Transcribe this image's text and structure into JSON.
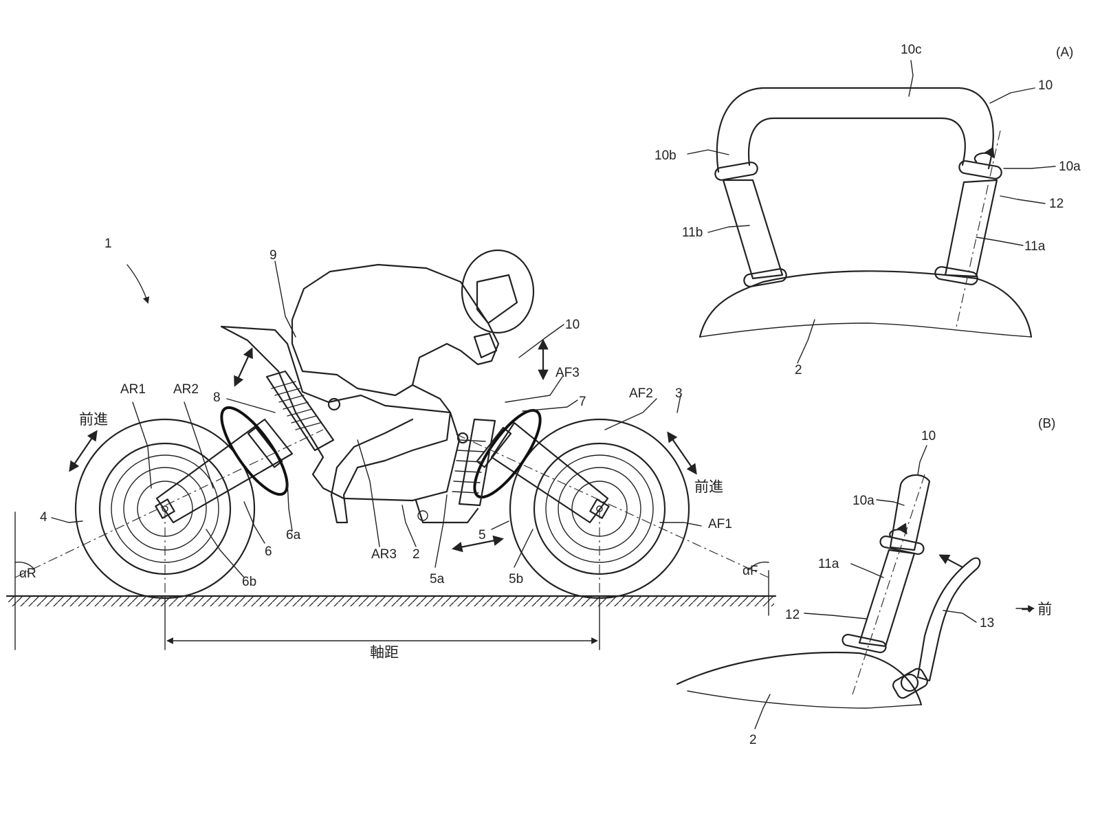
{
  "labels": {
    "main": {
      "bike": "1",
      "body": "2",
      "body2": "2",
      "front_wheel": "3",
      "rear_wheel": "4",
      "front_arm": "5",
      "front_arm_a": "5a",
      "front_arm_b": "5b",
      "rear_arm": "6",
      "rear_arm_a": "6a",
      "rear_arm_b": "6b",
      "front_shock": "7",
      "rear_shock": "8",
      "rider": "9",
      "handle": "10",
      "ar1": "AR1",
      "ar2": "AR2",
      "ar3": "AR3",
      "af1": "AF1",
      "af2": "AF2",
      "af3": "AF3",
      "alpha_r": "αR",
      "alpha_f": "αF",
      "forward_rear": "前進",
      "forward_front": "前進",
      "wheelbase": "軸距"
    },
    "panel_a": {
      "title": "(A)",
      "handle": "10",
      "handle_top": "10c",
      "handle_right": "10a",
      "handle_left": "10b",
      "grip_right": "11a",
      "grip_left": "11b",
      "collar": "12",
      "body": "2"
    },
    "panel_b": {
      "title": "(B)",
      "handle": "10",
      "handle_a": "10a",
      "grip": "11a",
      "collar": "12",
      "lever": "13",
      "body": "2",
      "front_dir": "→ 前"
    }
  }
}
